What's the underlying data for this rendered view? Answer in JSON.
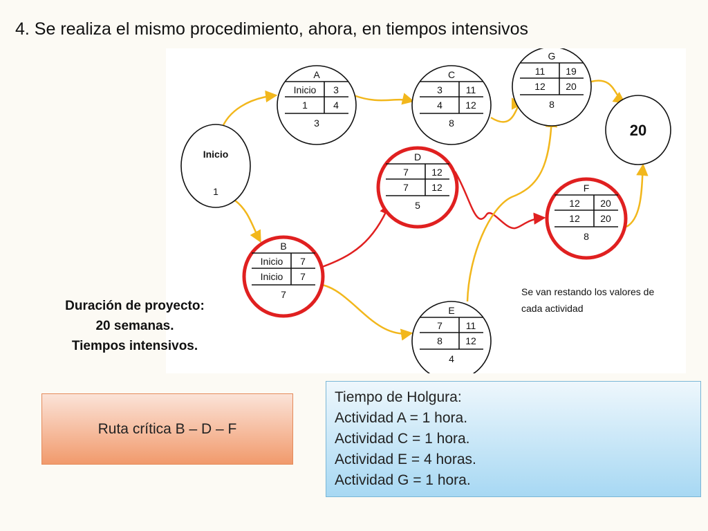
{
  "title": "4. Se realiza el mismo procedimiento, ahora, en tiempos intensivos",
  "nodes": [
    {
      "id": "inicio",
      "type": "start",
      "label": "Inicio",
      "value": "1"
    },
    {
      "id": "A",
      "label": "A",
      "rows": [
        [
          "Inicio",
          "3"
        ],
        [
          "1",
          "4"
        ]
      ],
      "duration": "3",
      "critical": false
    },
    {
      "id": "B",
      "label": "B",
      "rows": [
        [
          "Inicio",
          "7"
        ],
        [
          "Inicio",
          "7"
        ]
      ],
      "duration": "7",
      "critical": true
    },
    {
      "id": "C",
      "label": "C",
      "rows": [
        [
          "3",
          "11"
        ],
        [
          "4",
          "12"
        ]
      ],
      "duration": "8",
      "critical": false
    },
    {
      "id": "D",
      "label": "D",
      "rows": [
        [
          "7",
          "12"
        ],
        [
          "7",
          "12"
        ]
      ],
      "duration": "5",
      "critical": true
    },
    {
      "id": "E",
      "label": "E",
      "rows": [
        [
          "7",
          "11"
        ],
        [
          "8",
          "12"
        ]
      ],
      "duration": "4",
      "critical": false
    },
    {
      "id": "F",
      "label": "F",
      "rows": [
        [
          "12",
          "20"
        ],
        [
          "12",
          "20"
        ]
      ],
      "duration": "8",
      "critical": true
    },
    {
      "id": "G",
      "label": "G",
      "rows": [
        [
          "11",
          "19"
        ],
        [
          "12",
          "20"
        ]
      ],
      "duration": "8",
      "critical": false
    },
    {
      "id": "end",
      "type": "end",
      "label": "20"
    }
  ],
  "edges": [
    {
      "from": "inicio",
      "to": "A",
      "critical": false
    },
    {
      "from": "inicio",
      "to": "B",
      "critical": false
    },
    {
      "from": "A",
      "to": "C",
      "critical": false
    },
    {
      "from": "C",
      "to": "G",
      "critical": false
    },
    {
      "from": "G",
      "to": "end",
      "critical": false
    },
    {
      "from": "B",
      "to": "D",
      "critical": true
    },
    {
      "from": "B",
      "to": "E",
      "critical": false
    },
    {
      "from": "D",
      "to": "F",
      "critical": true
    },
    {
      "from": "E",
      "to": "G",
      "critical": false
    },
    {
      "from": "F",
      "to": "end",
      "critical": false
    }
  ],
  "note": [
    "Se van restando los valores de",
    "cada actividad"
  ],
  "duration": [
    "Duración de proyecto:",
    "20 semanas.",
    "Tiempos intensivos."
  ],
  "critical_path": "Ruta crítica B – D – F",
  "slack": {
    "heading": "Tiempo de Holgura:",
    "items": [
      "Actividad A = 1 hora.",
      "Actividad C = 1 hora.",
      "Actividad E = 4 horas.",
      "Actividad G = 1 hora."
    ]
  },
  "colors": {
    "critical": "#e02020",
    "normal": "#f2b71c",
    "node_stroke": "#111111"
  }
}
